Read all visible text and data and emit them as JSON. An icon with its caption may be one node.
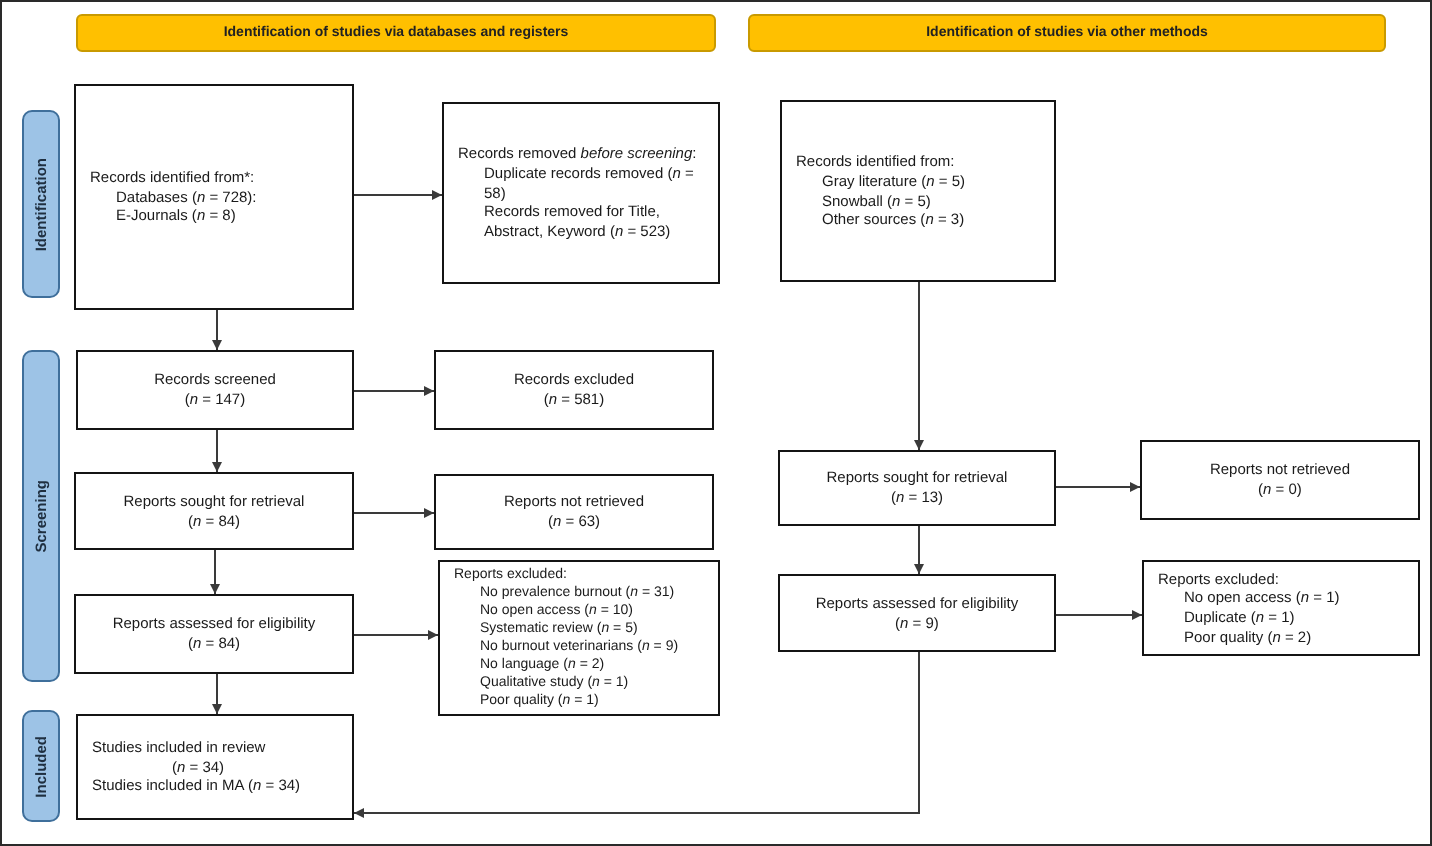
{
  "diagram": {
    "nodes": [
      {
        "text": [
          "Identification of studies via databases and registers"
        ]
      },
      {
        "text": [
          "Identification of studies via other methods"
        ]
      },
      {
        "text": [
          "Identification"
        ]
      },
      {
        "text": [
          "Records identified from*:",
          "Databases (*n* = 728):",
          "E-Journals (*n* = 8)"
        ]
      },
      {
        "text": [
          "Records removed *before screening*:",
          "Duplicate records removed (*n* = 58)",
          "Records removed for Title, Abstract, Keyword (*n* = 523)"
        ]
      },
      {
        "text": [
          "Records identified from:",
          "Gray literature (*n* = 5)",
          "Snowball (*n* = 5)",
          "Other sources (*n* = 3)"
        ]
      },
      {
        "text": [
          "Screening"
        ]
      },
      {
        "text": [
          "Records screened",
          "(*n* = 147)"
        ]
      },
      {
        "text": [
          "Records excluded",
          "(*n* = 581)"
        ]
      },
      {
        "text": [
          "Reports sought for retrieval",
          "(*n* = 84)"
        ]
      },
      {
        "text": [
          "Reports not retrieved",
          "(*n* = 63)"
        ]
      },
      {
        "text": [
          "Reports sought for retrieval",
          "(*n* = 13)"
        ]
      },
      {
        "text": [
          "Reports not retrieved",
          "(*n* = 0)"
        ]
      },
      {
        "text": [
          "Reports assessed for eligibility",
          "(*n* = 84)"
        ]
      },
      {
        "text": [
          "Reports excluded:",
          "No prevalence burnout (*n* = 31)",
          "No open access (*n* = 10)",
          "Systematic review (*n* = 5)",
          "No burnout veterinarians (*n* = 9)",
          "No language (*n* = 2)",
          "Qualitative study (*n* = 1)",
          "Poor quality (*n* = 1)"
        ]
      },
      {
        "text": [
          "Reports assessed for eligibility",
          "(*n* = 9)"
        ]
      },
      {
        "text": [
          "Reports excluded:",
          "No open access (*n* = 1)",
          "Duplicate (*n* = 1)",
          "Poor quality (*n* = 2)"
        ]
      },
      {
        "text": [
          "Included"
        ]
      },
      {
        "text": [
          "Studies included in review",
          "(*n* = 34)",
          "Studies included in MA (*n* = 34)"
        ]
      }
    ],
    "edges": [
      {
        "from": 3,
        "to": 4,
        "arrow": "to"
      },
      {
        "from": 3,
        "to": 7,
        "arrow": "to"
      },
      {
        "from": 7,
        "to": 8,
        "arrow": "to"
      },
      {
        "from": 7,
        "to": 9,
        "arrow": "to"
      },
      {
        "from": 9,
        "to": 10,
        "arrow": "to"
      },
      {
        "from": 9,
        "to": 13,
        "arrow": "to"
      },
      {
        "from": 13,
        "to": 14,
        "arrow": "to"
      },
      {
        "from": 13,
        "to": 18,
        "arrow": "to"
      },
      {
        "from": 5,
        "to": 11,
        "arrow": "to"
      },
      {
        "from": 11,
        "to": 12,
        "arrow": "to"
      },
      {
        "from": 11,
        "to": 15,
        "arrow": "to"
      },
      {
        "from": 15,
        "to": 16,
        "arrow": "to"
      },
      {
        "from": 15,
        "to": 18,
        "arrow": "to"
      }
    ]
  }
}
